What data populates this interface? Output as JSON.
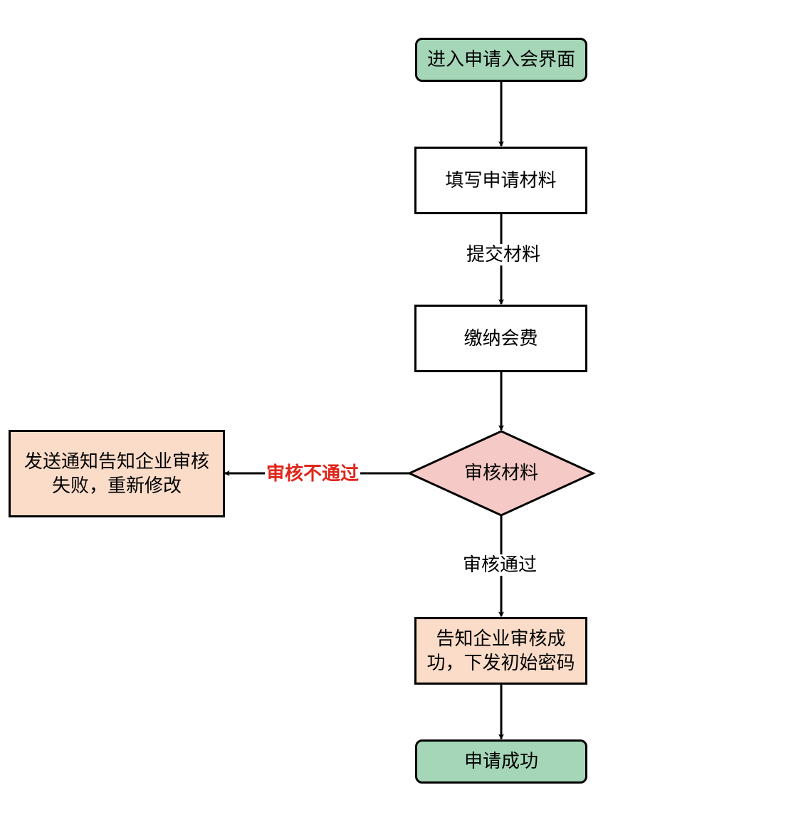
{
  "colors": {
    "terminal_fill": "#a5d6b8",
    "process_fill": "#ffffff",
    "outcome_fill": "#fadcc8",
    "decision_fill": "#f5c9c5",
    "reject_label": "#e0261b",
    "stroke": "#000000"
  },
  "nodes": {
    "start": {
      "text": "进入申请入会界面",
      "shape": "rounded-rectangle"
    },
    "fill_materials": {
      "text": "填写申请材料",
      "shape": "rectangle"
    },
    "pay_fee": {
      "text": "缴纳会费",
      "shape": "rectangle"
    },
    "review": {
      "text": "审核材料",
      "shape": "diamond"
    },
    "reject": {
      "text_line1": "发送通知告知企业审核",
      "text_line2": "失败，重新修改",
      "shape": "rectangle"
    },
    "approve": {
      "text_line1": "告知企业审核成",
      "text_line2": "功，下发初始密码",
      "shape": "rectangle"
    },
    "end": {
      "text": "申请成功",
      "shape": "rounded-rectangle"
    }
  },
  "edges": {
    "start_to_fill": {
      "from": "start",
      "to": "fill_materials",
      "label": ""
    },
    "fill_to_pay": {
      "from": "fill_materials",
      "to": "pay_fee",
      "label": "提交材料"
    },
    "pay_to_review": {
      "from": "pay_fee",
      "to": "review",
      "label": ""
    },
    "review_to_reject": {
      "from": "review",
      "to": "reject",
      "label": "审核不通过"
    },
    "review_to_approve": {
      "from": "review",
      "to": "approve",
      "label": "审核通过"
    },
    "approve_to_end": {
      "from": "approve",
      "to": "end",
      "label": ""
    }
  }
}
